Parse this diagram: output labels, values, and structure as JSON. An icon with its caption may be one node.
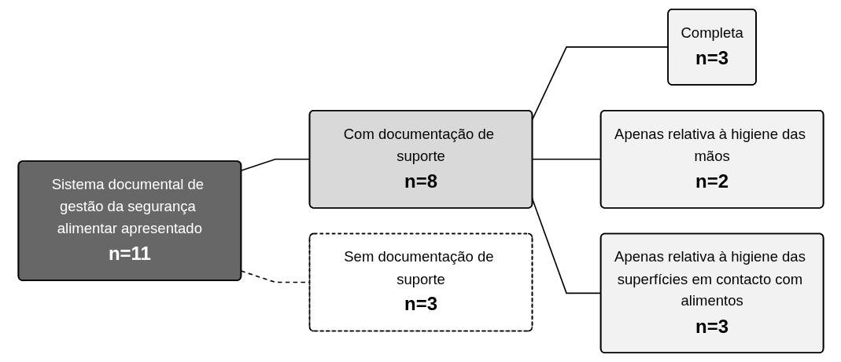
{
  "diagram": {
    "nodes": [
      {
        "text": [
          "Sistema documental de gestão da segurança alimentar apresentado",
          "n=11"
        ]
      },
      {
        "text": [
          "Com documentação de suporte",
          "n=8"
        ]
      },
      {
        "text": [
          "Sem documentação de suporte",
          "n=3"
        ]
      },
      {
        "text": [
          "Completa",
          "n=3"
        ]
      },
      {
        "text": [
          "Apenas relativa à higiene das mãos",
          "n=2"
        ]
      },
      {
        "text": [
          "Apenas relativa à higiene das superfícies em contacto com alimentos",
          "n=3"
        ]
      }
    ],
    "edges": [
      {
        "from": 0,
        "to": 1,
        "arrow": "none"
      },
      {
        "from": 0,
        "to": 2,
        "arrow": "none",
        "style": "dashed"
      },
      {
        "from": 1,
        "to": 3,
        "arrow": "none"
      },
      {
        "from": 1,
        "to": 4,
        "arrow": "none"
      },
      {
        "from": 1,
        "to": 5,
        "arrow": "none"
      }
    ]
  }
}
